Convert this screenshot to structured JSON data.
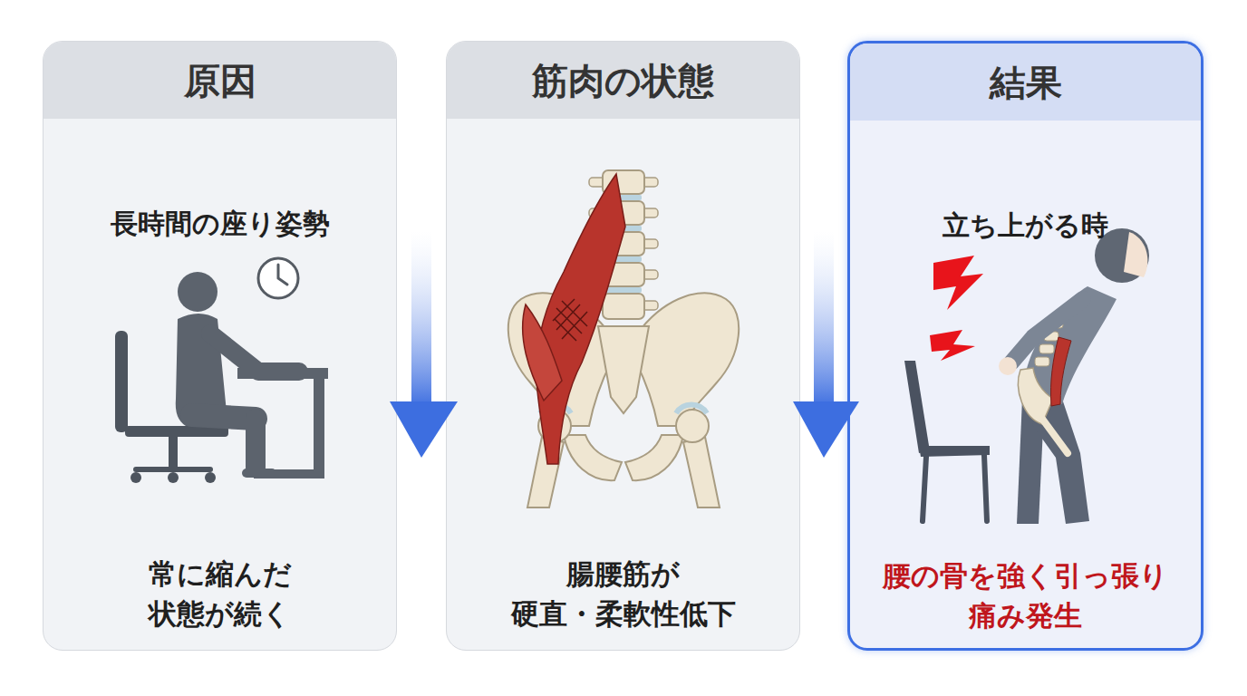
{
  "diagram": {
    "nodes": [
      {
        "text": [
          "原因",
          "長時間の座り姿勢",
          "常に縮んだ 状態が続く"
        ]
      },
      {
        "text": [
          "筋肉の状態",
          "腸腰筋が 硬直・柔軟性低下"
        ]
      },
      {
        "text": [
          "結果",
          "立ち上がる時",
          "腰の骨を強く引っ張り 痛み発生"
        ]
      }
    ],
    "edges": [
      {
        "from": 0,
        "to": 1,
        "arrow": "to"
      },
      {
        "from": 1,
        "to": 2,
        "arrow": "to"
      }
    ]
  }
}
